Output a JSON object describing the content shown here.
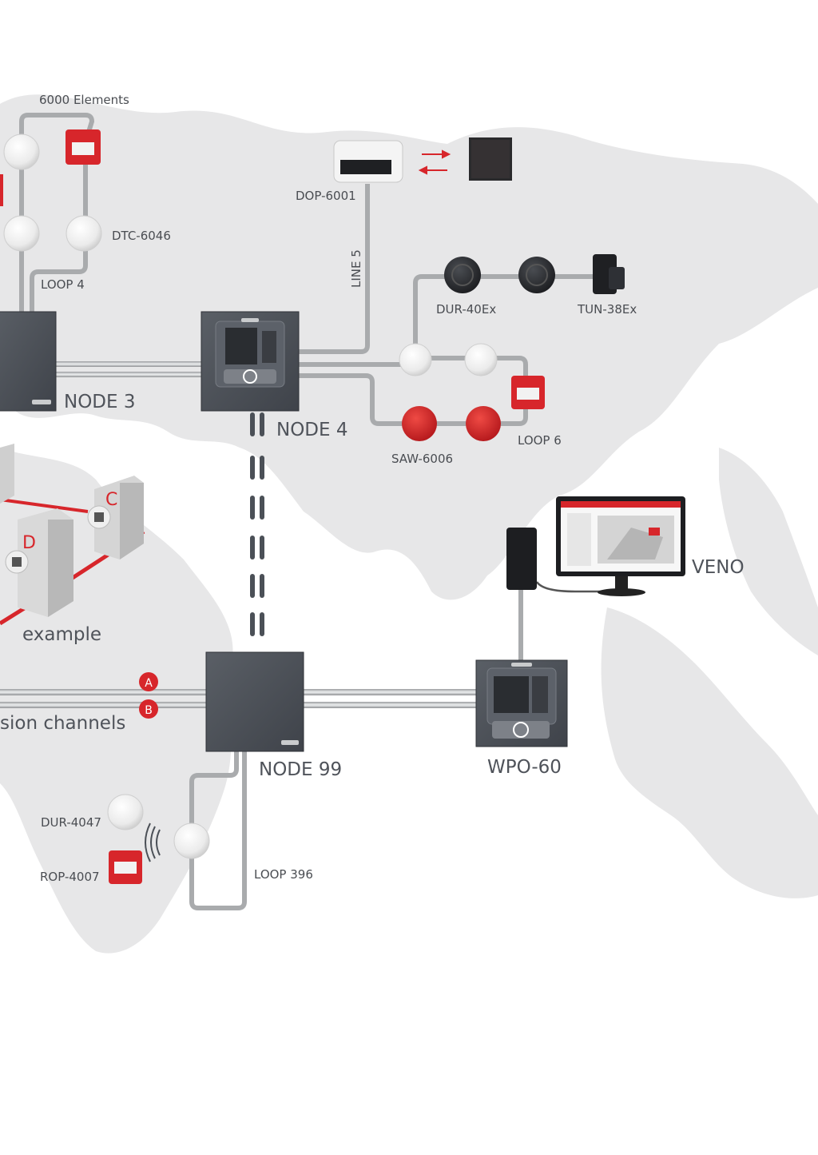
{
  "diagram": {
    "labels": {
      "elements_6000": "6000 Elements",
      "dop": "DOP-6001",
      "dtc": "DTC-6046",
      "loop4": "LOOP 4",
      "line5": "LINE 5",
      "dur40": "DUR-40Ex",
      "tun38": "TUN-38Ex",
      "node3": "NODE 3",
      "node4": "NODE 4",
      "loop6": "LOOP 6",
      "saw": "SAW-6006",
      "veno": "VENO",
      "building_c": "C",
      "building_d": "D",
      "example": "example",
      "channel_a": "A",
      "channel_b": "B",
      "channels": "sion channels",
      "node99": "NODE 99",
      "wpo": "WPO-60",
      "dur4047": "DUR-4047",
      "rop4007": "ROP-4007",
      "loop396": "LOOP 396"
    },
    "colors": {
      "cable": "#a9abad",
      "map": "#e6e6e7",
      "node": "#4b5057",
      "accent_red": "#d7262b",
      "label": "#4a4d52"
    }
  }
}
